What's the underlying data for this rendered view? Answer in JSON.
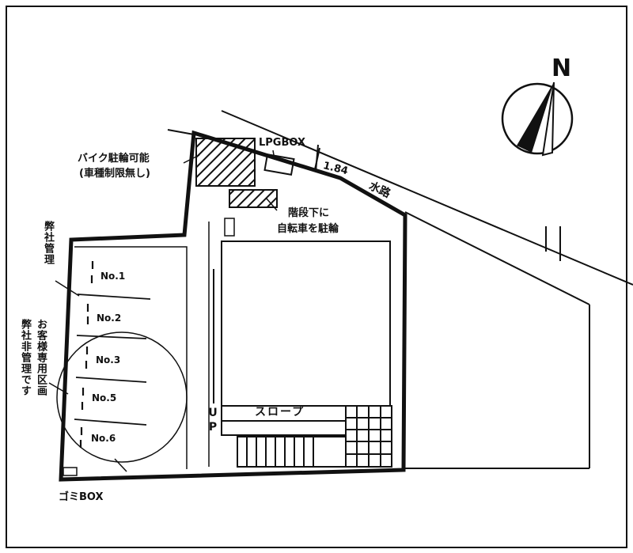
{
  "compass": {
    "label": "N"
  },
  "labels": {
    "bike_parking_line1": "バイク駐輪可能",
    "bike_parking_line2": "(車種制限無し)",
    "lpg_box": "LPGBOX",
    "road_width": "1.84",
    "waterway": "水路",
    "bicycle_parking_line1": "階段下に",
    "bicycle_parking_line2": "自転車を駐輪",
    "company_managed": "弊社管理",
    "customer_only": "お客様専用区画",
    "not_company_managed": "弊社非管理です",
    "slope": "スロープ",
    "up": "UP",
    "garbage_box": "ゴミBOX"
  },
  "parking_spaces": [
    "No.1",
    "No.2",
    "No.3",
    "No.5",
    "No.6"
  ]
}
